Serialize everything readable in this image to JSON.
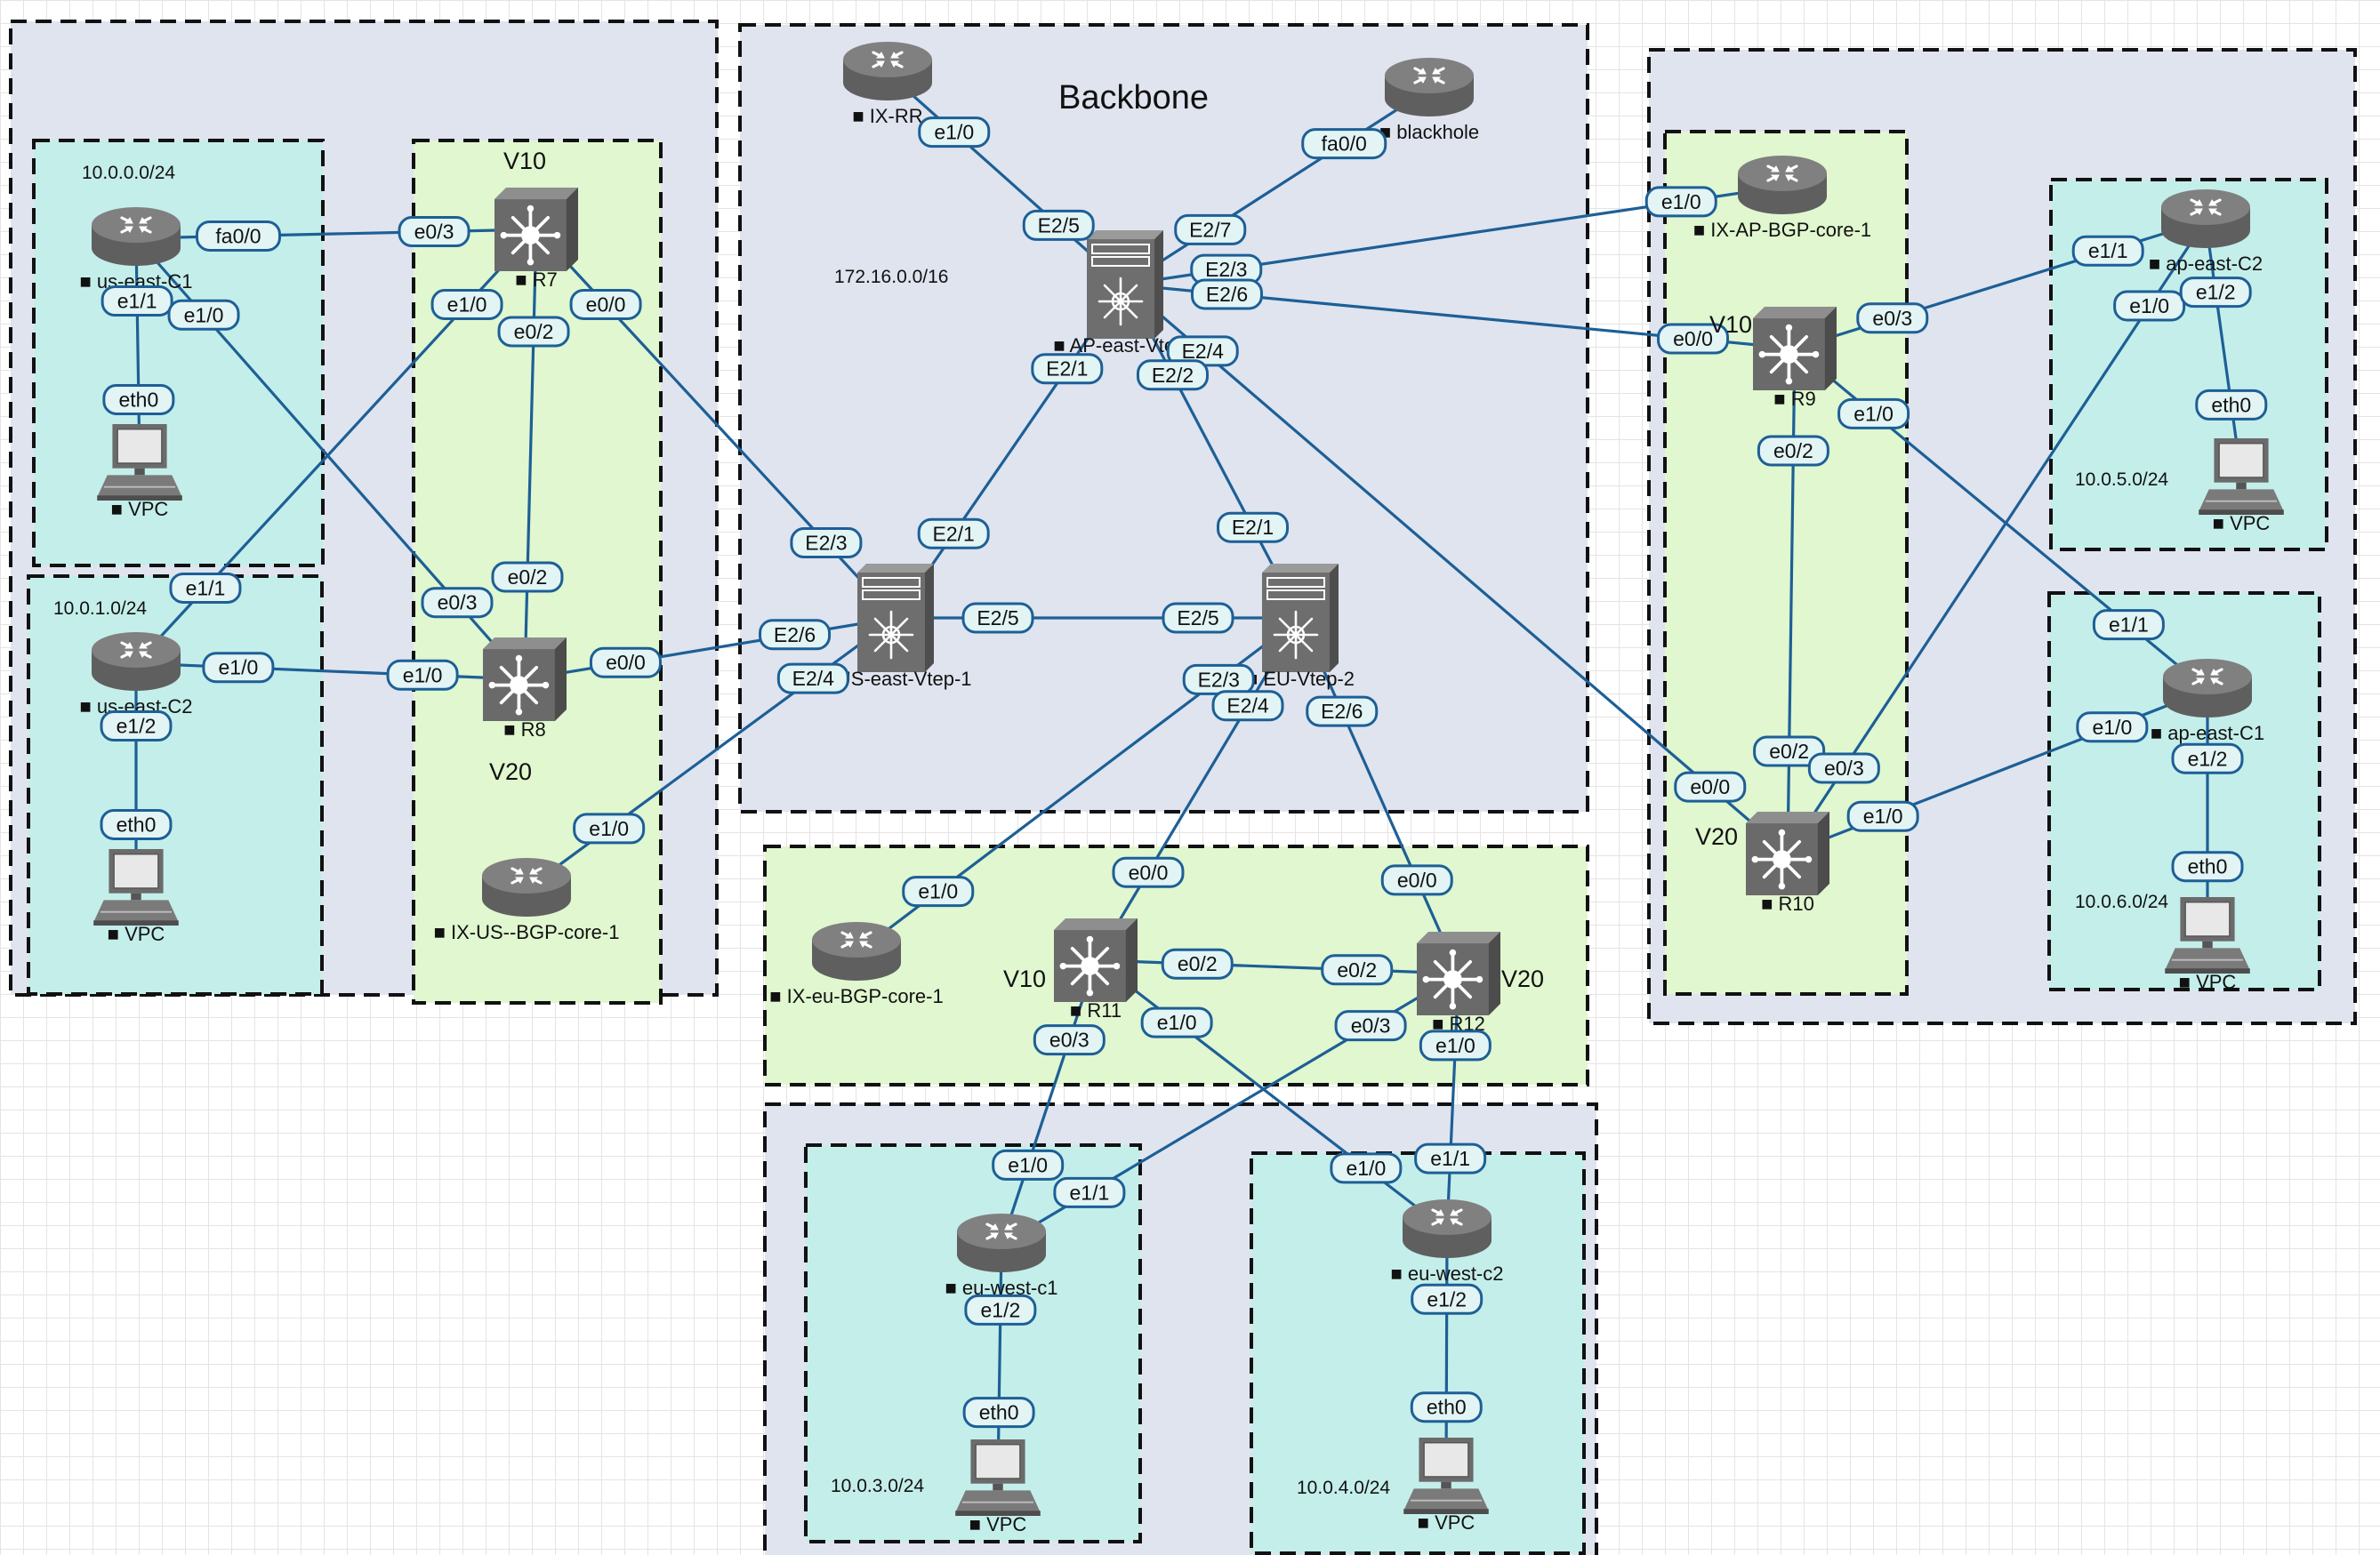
{
  "colors": {
    "link": "#1d5f96",
    "grey_zone": "#dfe4ef",
    "green_zone": "#e0f7cf",
    "teal_zone": "#c4eeea",
    "device": "#6e6e6e"
  },
  "titles": [
    {
      "id": "backbone",
      "text": "Backbone"
    }
  ],
  "subnets": [
    {
      "id": "s1",
      "text": "10.0.0.0/24"
    },
    {
      "id": "s2",
      "text": "10.0.1.0/24"
    },
    {
      "id": "s3",
      "text": "172.16.0.0/16"
    },
    {
      "id": "s4",
      "text": "10.0.5.0/24"
    },
    {
      "id": "s5",
      "text": "10.0.6.0/24"
    },
    {
      "id": "s6",
      "text": "10.0.3.0/24"
    },
    {
      "id": "s7",
      "text": "10.0.4.0/24"
    }
  ],
  "vlans": [
    {
      "id": "v1",
      "text": "V10"
    },
    {
      "id": "v2",
      "text": "V20"
    },
    {
      "id": "v3",
      "text": "V10"
    },
    {
      "id": "v4",
      "text": "V20"
    },
    {
      "id": "v5",
      "text": "V10"
    },
    {
      "id": "v6",
      "text": "V20"
    }
  ],
  "nodes": [
    {
      "id": "us-east-C1",
      "type": "router",
      "label": "us-east-C1",
      "icon": "router-icon"
    },
    {
      "id": "us-east-C2",
      "type": "router",
      "label": "us-east-C2",
      "icon": "router-icon"
    },
    {
      "id": "vpc1",
      "type": "pc",
      "label": "VPC",
      "icon": "pc-icon"
    },
    {
      "id": "vpc2",
      "type": "pc",
      "label": "VPC",
      "icon": "pc-icon"
    },
    {
      "id": "R7",
      "type": "switch",
      "label": "R7",
      "icon": "switch-icon"
    },
    {
      "id": "R8",
      "type": "switch",
      "label": "R8",
      "icon": "switch-icon"
    },
    {
      "id": "IX-US-BGP",
      "type": "router",
      "label": "IX-US--BGP-core-1",
      "icon": "router-icon"
    },
    {
      "id": "IX-RR",
      "type": "router",
      "label": "IX-RR",
      "icon": "router-icon"
    },
    {
      "id": "blackhole",
      "type": "router",
      "label": "blackhole",
      "icon": "router-icon"
    },
    {
      "id": "AP-V3",
      "type": "nexus",
      "label": "AP-east-Vtep3",
      "icon": "nexus-switch-icon"
    },
    {
      "id": "US-V1",
      "type": "nexus",
      "label": "US-east-Vtep-1",
      "icon": "nexus-switch-icon"
    },
    {
      "id": "EU-V2",
      "type": "nexus",
      "label": "EU-Vtep-2",
      "icon": "nexus-switch-icon"
    },
    {
      "id": "IX-AP",
      "type": "router",
      "label": "IX-AP-BGP-core-1",
      "icon": "router-icon"
    },
    {
      "id": "R9",
      "type": "switch",
      "label": "R9",
      "icon": "switch-icon"
    },
    {
      "id": "R10",
      "type": "switch",
      "label": "R10",
      "icon": "switch-icon"
    },
    {
      "id": "ap-east-C2",
      "type": "router",
      "label": "ap-east-C2",
      "icon": "router-icon"
    },
    {
      "id": "ap-east-C1",
      "type": "router",
      "label": "ap-east-C1",
      "icon": "router-icon"
    },
    {
      "id": "vpc3",
      "type": "pc",
      "label": "VPC",
      "icon": "pc-icon"
    },
    {
      "id": "vpc4",
      "type": "pc",
      "label": "VPC",
      "icon": "pc-icon"
    },
    {
      "id": "IX-EU",
      "type": "router",
      "label": "IX-eu-BGP-core-1",
      "icon": "router-icon"
    },
    {
      "id": "R11",
      "type": "switch",
      "label": "R11",
      "icon": "switch-icon"
    },
    {
      "id": "R12",
      "type": "switch",
      "label": "R12",
      "icon": "switch-icon"
    },
    {
      "id": "eu-west-c1",
      "type": "router",
      "label": "eu-west-c1",
      "icon": "router-icon"
    },
    {
      "id": "eu-west-c2",
      "type": "router",
      "label": "eu-west-c2",
      "icon": "router-icon"
    },
    {
      "id": "vpc5",
      "type": "pc",
      "label": "VPC",
      "icon": "pc-icon"
    },
    {
      "id": "vpc6",
      "type": "pc",
      "label": "VPC",
      "icon": "pc-icon"
    }
  ],
  "links": [
    {
      "id": "l1",
      "a": "us-east-C1",
      "b": "R7",
      "labels": [
        "fa0/0",
        "e0/3"
      ]
    },
    {
      "id": "l2",
      "a": "us-east-C1",
      "b": "vpc1",
      "labels": [
        "e1/1",
        "eth0"
      ]
    },
    {
      "id": "l3",
      "a": "us-east-C1",
      "b": "R8",
      "labels": [
        "e1/0",
        "e0/3"
      ]
    },
    {
      "id": "l4",
      "a": "us-east-C2",
      "b": "R7",
      "labels": [
        "e1/1",
        "e1/0"
      ]
    },
    {
      "id": "l5",
      "a": "us-east-C2",
      "b": "R8",
      "labels": [
        "e1/0",
        "e1/0"
      ]
    },
    {
      "id": "l6",
      "a": "us-east-C2",
      "b": "vpc2",
      "labels": [
        "e1/2",
        "eth0"
      ]
    },
    {
      "id": "l7",
      "a": "R7",
      "b": "R8",
      "labels": [
        "e0/2",
        "e0/2"
      ]
    },
    {
      "id": "l8",
      "a": "R7",
      "b": "US-V1",
      "labels": [
        "e0/0",
        "E2/3"
      ]
    },
    {
      "id": "l9",
      "a": "R8",
      "b": "US-V1",
      "labels": [
        "e0/0",
        "E2/6"
      ]
    },
    {
      "id": "l10",
      "a": "IX-US-BGP",
      "b": "US-V1",
      "labels": [
        "e1/0",
        "E2/4"
      ]
    },
    {
      "id": "l11",
      "a": "IX-RR",
      "b": "AP-V3",
      "labels": [
        "e1/0",
        "E2/5"
      ]
    },
    {
      "id": "l12",
      "a": "blackhole",
      "b": "AP-V3",
      "labels": [
        "fa0/0",
        "E2/7"
      ]
    },
    {
      "id": "l13",
      "a": "AP-V3",
      "b": "IX-AP",
      "labels": [
        "E2/3",
        "e1/0"
      ]
    },
    {
      "id": "l14",
      "a": "AP-V3",
      "b": "R9",
      "labels": [
        "E2/6",
        "e0/0"
      ]
    },
    {
      "id": "l15",
      "a": "AP-V3",
      "b": "R10",
      "labels": [
        "E2/4",
        "e0/0"
      ]
    },
    {
      "id": "l16",
      "a": "AP-V3",
      "b": "US-V1",
      "labels": [
        "E2/1",
        "E2/1"
      ]
    },
    {
      "id": "l17",
      "a": "AP-V3",
      "b": "EU-V2",
      "labels": [
        "E2/2",
        "E2/1"
      ]
    },
    {
      "id": "l18",
      "a": "US-V1",
      "b": "EU-V2",
      "labels": [
        "E2/5",
        "E2/5"
      ]
    },
    {
      "id": "l19",
      "a": "EU-V2",
      "b": "IX-EU",
      "labels": [
        "E2/3",
        "e1/0"
      ]
    },
    {
      "id": "l20",
      "a": "EU-V2",
      "b": "R11",
      "labels": [
        "E2/4",
        "e0/0"
      ]
    },
    {
      "id": "l21",
      "a": "EU-V2",
      "b": "R12",
      "labels": [
        "E2/6",
        "e0/0"
      ]
    },
    {
      "id": "l22",
      "a": "R9",
      "b": "R10",
      "labels": [
        "e0/2",
        "e0/2"
      ]
    },
    {
      "id": "l23",
      "a": "R9",
      "b": "ap-east-C2",
      "labels": [
        "e0/3",
        "e1/1"
      ]
    },
    {
      "id": "l24",
      "a": "R9",
      "b": "ap-east-C1",
      "labels": [
        "e1/0",
        "e1/1"
      ]
    },
    {
      "id": "l25",
      "a": "R10",
      "b": "ap-east-C2",
      "labels": [
        "e0/3",
        "e1/0"
      ]
    },
    {
      "id": "l26",
      "a": "R10",
      "b": "ap-east-C1",
      "labels": [
        "e1/0",
        "e1/0"
      ]
    },
    {
      "id": "l27",
      "a": "ap-east-C2",
      "b": "vpc3",
      "labels": [
        "e1/2",
        "eth0"
      ]
    },
    {
      "id": "l28",
      "a": "ap-east-C1",
      "b": "vpc4",
      "labels": [
        "e1/2",
        "eth0"
      ]
    },
    {
      "id": "l29",
      "a": "R11",
      "b": "R12",
      "labels": [
        "e0/2",
        "e0/2"
      ]
    },
    {
      "id": "l30",
      "a": "R11",
      "b": "eu-west-c1",
      "labels": [
        "e0/3",
        "e1/0"
      ]
    },
    {
      "id": "l31",
      "a": "R11",
      "b": "eu-west-c2",
      "labels": [
        "e1/0",
        "e1/0"
      ]
    },
    {
      "id": "l32",
      "a": "R12",
      "b": "eu-west-c1",
      "labels": [
        "e0/3",
        "e1/1"
      ]
    },
    {
      "id": "l33",
      "a": "R12",
      "b": "eu-west-c2",
      "labels": [
        "e1/0",
        "e1/1"
      ]
    },
    {
      "id": "l34",
      "a": "eu-west-c1",
      "b": "vpc5",
      "labels": [
        "e1/2",
        "eth0"
      ]
    },
    {
      "id": "l35",
      "a": "eu-west-c2",
      "b": "vpc6",
      "labels": [
        "e1/2",
        "eth0"
      ]
    }
  ]
}
